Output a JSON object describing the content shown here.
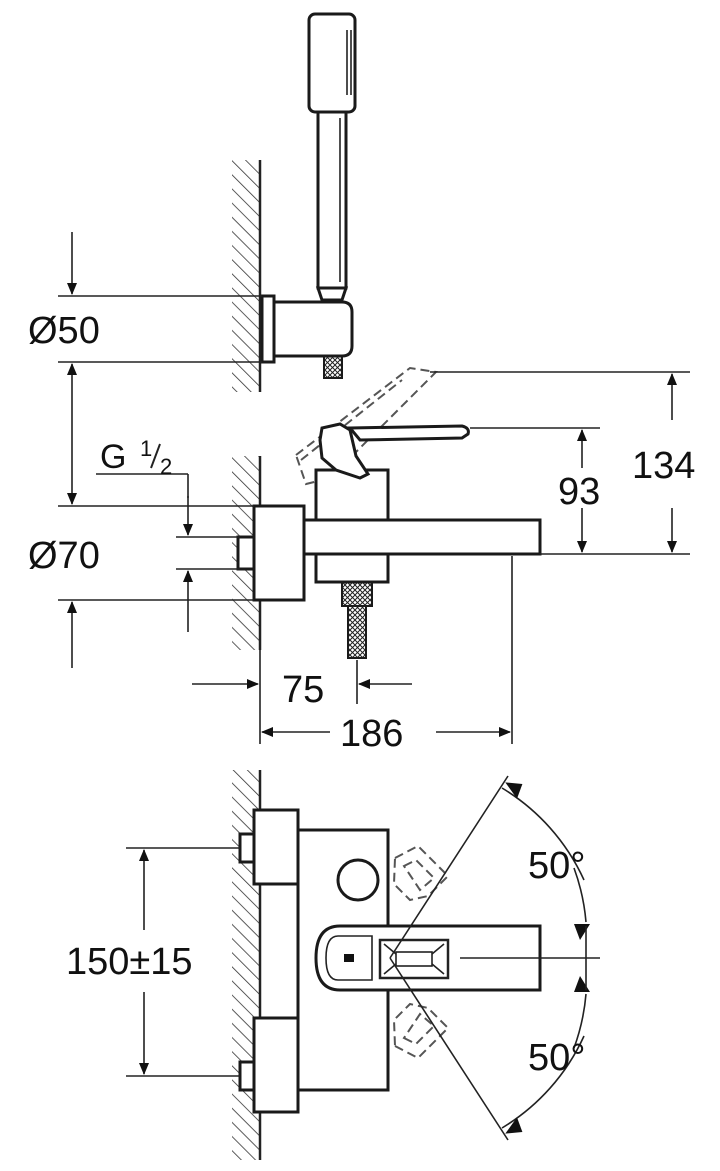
{
  "labels": {
    "dia50": "Ø50",
    "dia70": "Ø70",
    "thread_main": "G",
    "thread_num": "1",
    "thread_den": "2",
    "h134": "134",
    "h93": "93",
    "w75": "75",
    "w186": "186",
    "spacing": "150±15",
    "angle_top": "50°",
    "angle_bottom": "50°"
  },
  "colors": {
    "line": "#1a1a1a",
    "hatch": "#333333",
    "dashed": "#555555",
    "background": "#ffffff"
  }
}
